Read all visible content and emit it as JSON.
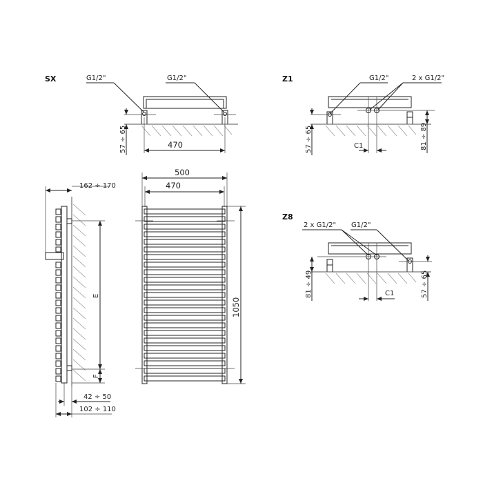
{
  "views": {
    "sx": {
      "title": "SX",
      "connection_left": "G1/2\"",
      "connection_right": "G1/2\"",
      "height_range": "57 ÷ 65",
      "spacing": "470"
    },
    "z1": {
      "title": "Z1",
      "connection_single": "G1/2\"",
      "connection_double": "2 x G1/2\"",
      "height_range_left": "57 ÷ 65",
      "height_range_right": "81 ÷ 89",
      "offset_label": "C1"
    },
    "z8": {
      "title": "Z8",
      "connection_double": "2 x G1/2\"",
      "connection_single": "G1/2\"",
      "height_range_left": "81 ÷ 49",
      "height_range_right": "57 ÷ 65",
      "offset_label": "C1"
    },
    "side": {
      "depth_top": "162 ÷ 170",
      "axis_distance": "E",
      "bottom_offset": "F",
      "wall_gap": "42 ÷ 50",
      "total_depth": "102 ÷ 110"
    },
    "front": {
      "overall_width": "500",
      "axis_width": "470",
      "overall_height": "1050",
      "bar_count": 23
    }
  }
}
